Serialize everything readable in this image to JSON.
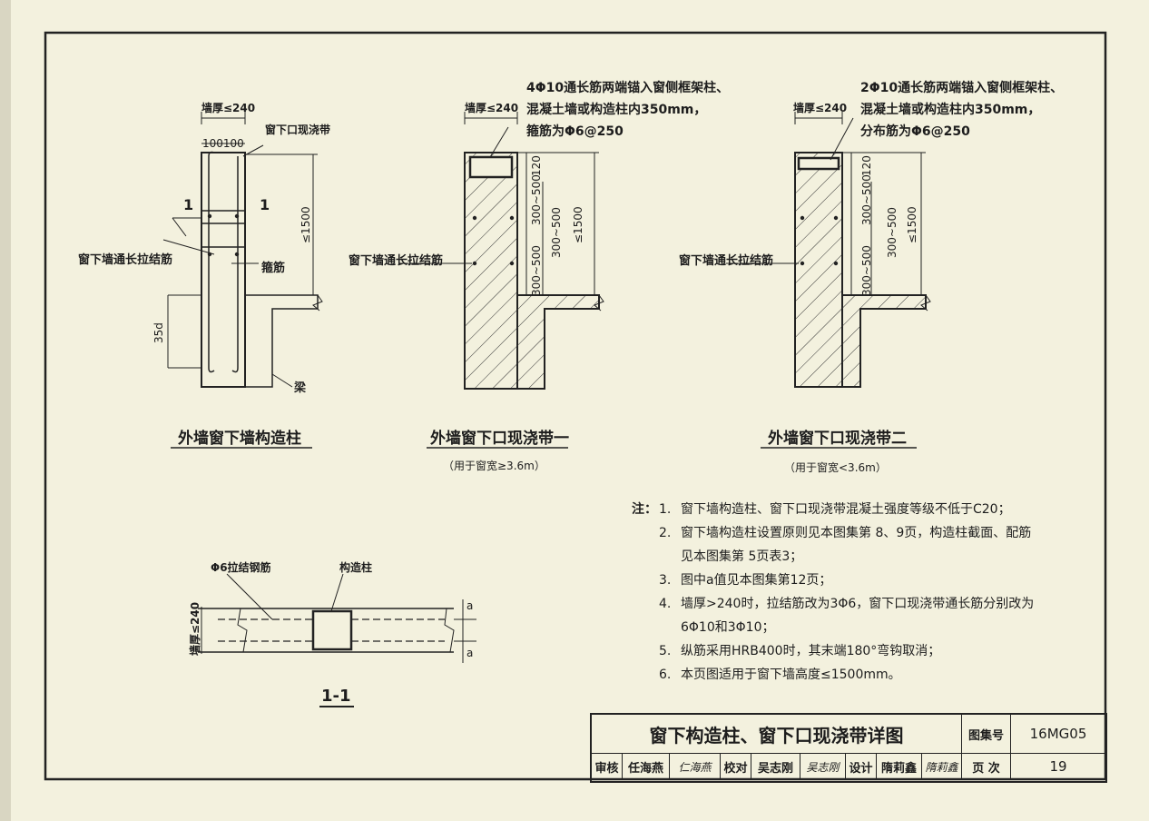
{
  "figures": {
    "fig1": {
      "title": "外墙窗下墙构造柱",
      "wall_thickness": "墙厚≤240",
      "dims_top": "100100",
      "window_band": "窗下口现浇带",
      "section_mark": "1",
      "tie_bar": "窗下墙通长拉结筋",
      "stirrup": "箍筋",
      "height": "≤1500",
      "anchor": "35d",
      "beam": "梁"
    },
    "fig2": {
      "title": "外墙窗下口现浇带一",
      "subtitle": "（用于窗宽≥3.6m）",
      "wall_thickness": "墙厚≤240",
      "note_line1": "4Φ10通长筋两端锚入窗侧框架柱、",
      "note_line2": "混凝土墙或构造柱内350mm，",
      "note_line3": "箍筋为Φ6@250",
      "tie_bar": "窗下墙通长拉结筋",
      "dim_120": "120",
      "dim_300_500": "300~500",
      "height": "≤1500"
    },
    "fig3": {
      "title": "外墙窗下口现浇带二",
      "subtitle": "（用于窗宽<3.6m）",
      "wall_thickness": "墙厚≤240",
      "note_line1": "2Φ10通长筋两端锚入窗侧框架柱、",
      "note_line2": "混凝土墙或构造柱内350mm，",
      "note_line3": "分布筋为Φ6@250",
      "tie_bar": "窗下墙通长拉结筋",
      "dim_120": "120",
      "dim_300_500": "300~500",
      "height": "≤1500"
    },
    "section": {
      "title": "1-1",
      "tie_label": "Φ6拉结钢筋",
      "column_label": "构造柱",
      "wall_thickness": "墙厚≤240",
      "a_mark": "a"
    }
  },
  "notes": {
    "heading": "注：",
    "items": [
      {
        "num": "1.",
        "lines": [
          "窗下墙构造柱、窗下口现浇带混凝土强度等级不低于C20；"
        ]
      },
      {
        "num": "2.",
        "lines": [
          "窗下墙构造柱设置原则见本图集第 8、9页，构造柱截面、配筋",
          "见本图集第 5页表3；"
        ]
      },
      {
        "num": "3.",
        "lines": [
          "图中a值见本图集第12页；"
        ]
      },
      {
        "num": "4.",
        "lines": [
          "墙厚>240时，拉结筋改为3Φ6，窗下口现浇带通长筋分别改为",
          "6Φ10和3Φ10；"
        ]
      },
      {
        "num": "5.",
        "lines": [
          "纵筋采用HRB400时，其末端180°弯钩取消；"
        ]
      },
      {
        "num": "6.",
        "lines": [
          "本页图适用于窗下墙高度≤1500mm。"
        ]
      }
    ]
  },
  "title_block": {
    "drawing_title": "窗下构造柱、窗下口现浇带详图",
    "atlas_label": "图集号",
    "atlas_no": "16MG05",
    "review_label": "审核",
    "reviewer": "任海燕",
    "reviewer_sig": "仁海燕",
    "check_label": "校对",
    "checker": "吴志刚",
    "checker_sig": "吴志刚",
    "design_label": "设计",
    "designer": "隋莉鑫",
    "designer_sig": "隋莉鑫",
    "page_label": "页 次",
    "page_no": "19"
  }
}
